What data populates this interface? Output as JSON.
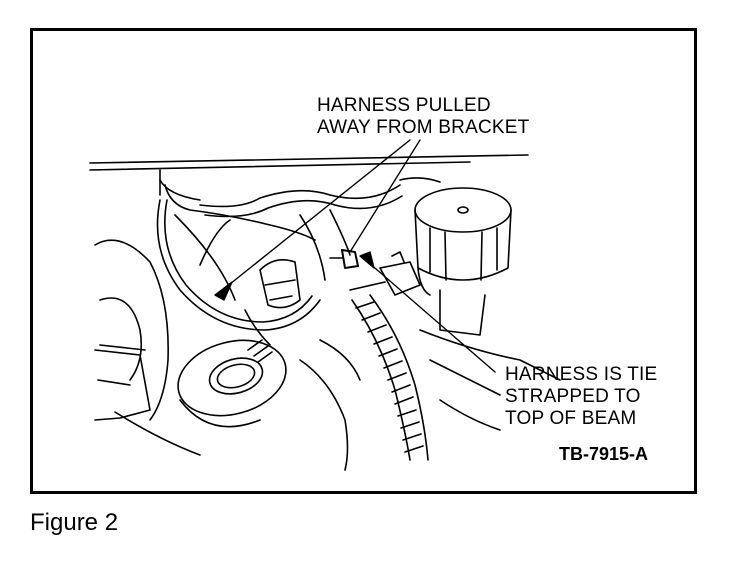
{
  "callouts": {
    "harness_pulled": "HARNESS PULLED\nAWAY FROM BRACKET",
    "harness_tie": "HARNESS IS TIE\nSTRAPPED TO\nTOP OF BEAM"
  },
  "part_number": "TB-7915-A",
  "caption": "Figure 2",
  "colors": {
    "ink": "#000000",
    "paper": "#ffffff"
  }
}
